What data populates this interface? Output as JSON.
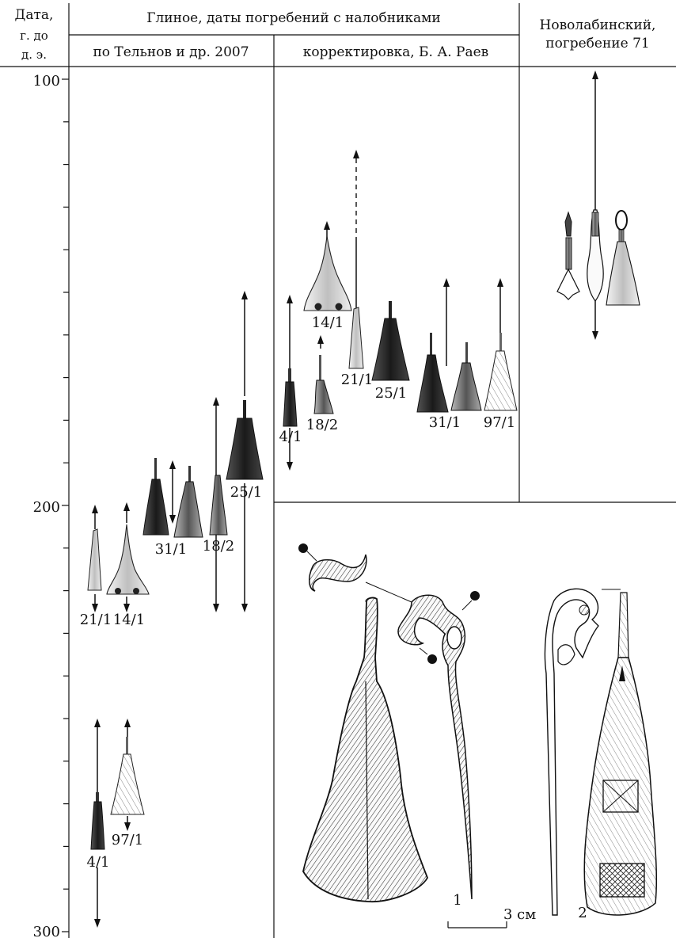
{
  "header": {
    "col_date_line1": "Дата,",
    "col_date_line2": "г. до",
    "col_date_line3": "д. э.",
    "glinoe_title": "Глиное, даты погребений с налобниками",
    "sub_telnov": "по Тельнов и др. 2007",
    "sub_raev": "корректировка, Б. А. Раев",
    "novolab_line1": "Новолабинский,",
    "novolab_line2": "погребение 71"
  },
  "axis": {
    "ticks": [
      "100",
      "200",
      "300"
    ]
  },
  "telnov_items": [
    {
      "label": "21/1"
    },
    {
      "label": "14/1"
    },
    {
      "label": "31/1"
    },
    {
      "label": "18/2"
    },
    {
      "label": "25/1"
    },
    {
      "label": "4/1"
    },
    {
      "label": "97/1"
    }
  ],
  "raev_items": [
    {
      "label": "4/1"
    },
    {
      "label": "18/2"
    },
    {
      "label": "14/1"
    },
    {
      "label": "21/1"
    },
    {
      "label": "25/1"
    },
    {
      "label": "31/1"
    },
    {
      "label": "97/1"
    }
  ],
  "detail_panel": {
    "fig1_label": "1",
    "fig2_label": "2",
    "scale_label": "3 см"
  },
  "colors": {
    "ink": "#111111",
    "artifact_dark": "#2a2a2a",
    "artifact_mid": "#777777",
    "artifact_light": "#cfcfcf"
  },
  "icons": [
    "pendant-artifact",
    "pin-artifact",
    "dot-marker"
  ]
}
